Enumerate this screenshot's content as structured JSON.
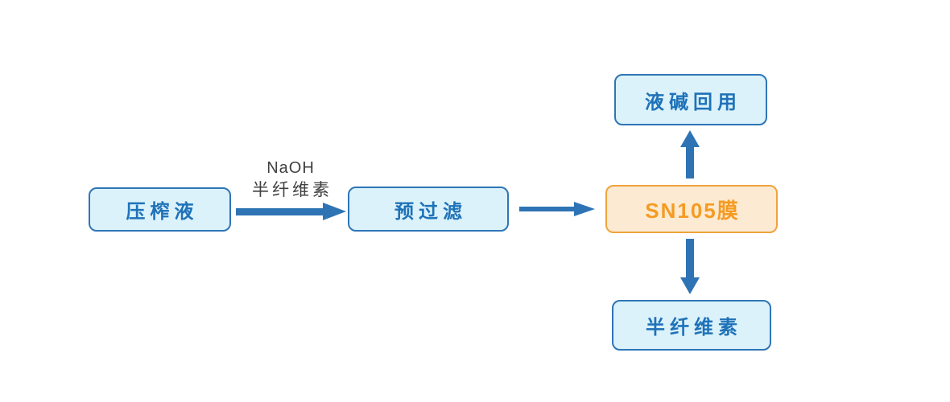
{
  "diagram": {
    "type": "flowchart",
    "nodes": [
      {
        "id": "press-liquid",
        "label": "压榨液",
        "style": "blue"
      },
      {
        "id": "prefilter",
        "label": "预过滤",
        "style": "blue"
      },
      {
        "id": "sn105-membrane",
        "label": "SN105膜",
        "style": "orange"
      },
      {
        "id": "alkali-recycle",
        "label": "液碱回用",
        "style": "blue"
      },
      {
        "id": "hemicellulose",
        "label": "半纤维素",
        "style": "blue"
      }
    ],
    "edges": [
      {
        "from": "press-liquid",
        "to": "prefilter",
        "label_line1": "NaOH",
        "label_line2": "半纤维素"
      },
      {
        "from": "prefilter",
        "to": "sn105-membrane"
      },
      {
        "from": "sn105-membrane",
        "to": "alkali-recycle"
      },
      {
        "from": "sn105-membrane",
        "to": "hemicellulose"
      }
    ],
    "colors": {
      "background": "#FFFFFF",
      "blue_node_fill": "#DBF2FB",
      "blue_node_border": "#2E75B6",
      "blue_node_text": "#1F72B8",
      "orange_node_fill": "#FCEAD2",
      "orange_node_border": "#F0A33C",
      "orange_node_text": "#F59B22",
      "arrow": "#2E74B5",
      "edge_label_text": "#404040"
    }
  }
}
